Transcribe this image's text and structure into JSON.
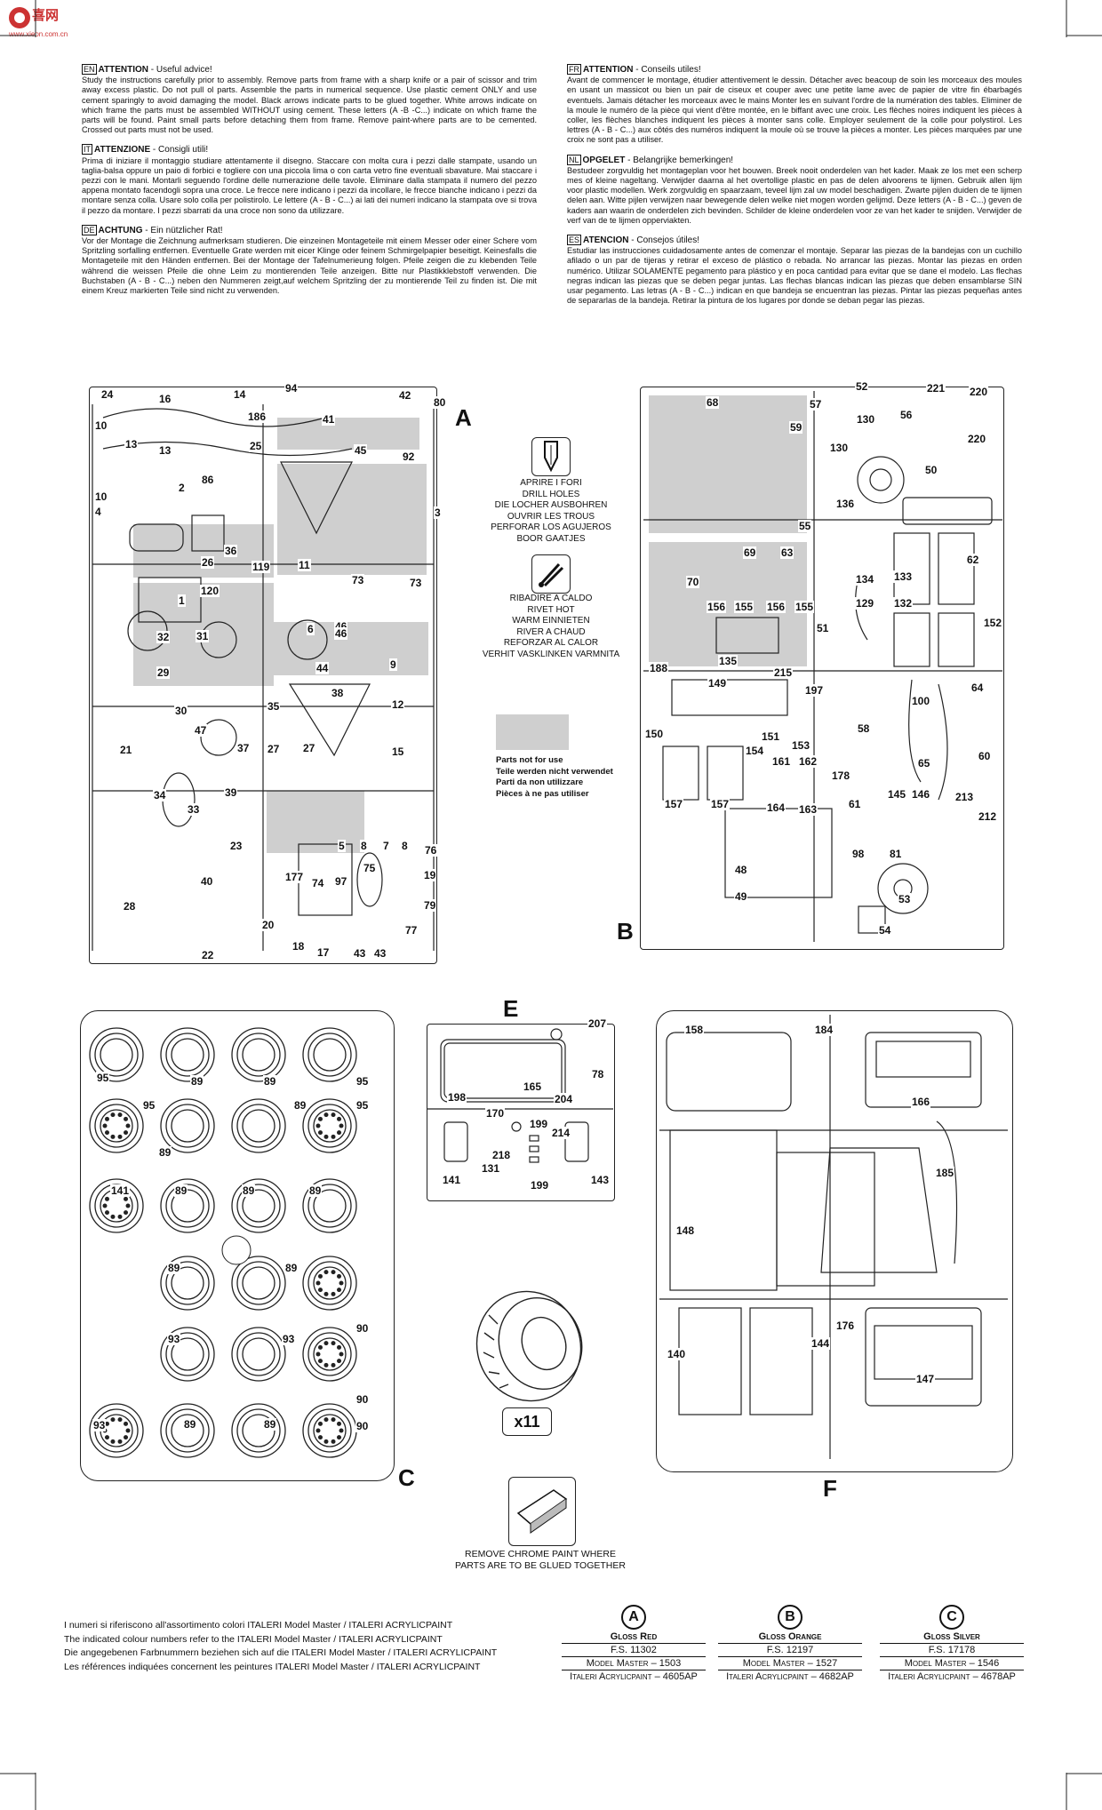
{
  "watermark": {
    "logo": "喜网",
    "sub": "www.xieon.com.cn"
  },
  "instructions_left": [
    {
      "code": "EN",
      "title": "ATTENTION",
      "subtitle": " - Useful advice!",
      "text": "Study the instructions carefully prior to assembly. Remove parts from frame with a sharp knife or a pair of scissor and trim away excess plastic. Do not pull ol parts. Assemble the parts in numerical sequence. Use plastic cement ONLY and use cement sparingly to avoid damaging the model. Black arrows indicate parts to be glued together. White arrows indicate on which frame the parts must be assembled WITHOUT using cement. These letters (A -B -C...) indicate on which frame the parts will be found. Paint small parts before detaching them from frame. Remove paint-where parts are to be cemented. Crossed out parts must not be used."
    },
    {
      "code": "IT",
      "title": "ATTENZIONE",
      "subtitle": " - Consigli utili!",
      "text": "Prima di iniziare il montaggio studiare attentamente il disegno. Staccare con molta cura i pezzi dalle stampate, usando un taglia-balsa oppure un paio di forbici e togliere con una piccola lima o con carta vetro fine eventuali sbavature. Mai staccare i pezzi con le mani. Montarli seguendo l'ordine delle numerazione delle tavole. Eliminare dalla stampata il numero del pezzo appena montato facendogli sopra una croce. Le frecce nere indicano i pezzi da incollare, le frecce bianche indicano i pezzi da montare senza colla. Usare solo colla per polistirolo. Le lettere (A - B - C...) ai lati dei numeri indicano la stampata ove si trova il pezzo da montare. I pezzi sbarrati da una croce non sono da utilizzare."
    },
    {
      "code": "DE",
      "title": "ACHTUNG",
      "subtitle": " - Ein nützlicher Rat!",
      "text": "Vor der Montage die Zeichnung aufmerksam studieren. Die einzeinen Montageteile mit einem Messer oder einer Schere vom Spritzling sorfalling entfernen. Eventuelle Grate werden mit eicer Klinge oder feinem Schmirgelpapier beseitigt. Keinesfalls die Montageteile mit den Händen entfernen. Bei der Montage der Tafelnumerieung folgen. Pfeile zeigen die zu klebenden Teile während die weissen Pfeile die ohne Leim zu montierenden Teile anzeigen. Bitte nur Plastikklebstoff verwenden. Die Buchstaben (A - B - C...) neben den Nummeren zeigt,auf welchem Spritzling der zu montierende Teil zu finden ist. Die mit einem Kreuz markierten Teile sind nicht zu verwenden."
    }
  ],
  "instructions_right": [
    {
      "code": "FR",
      "title": "ATTENTION",
      "subtitle": " - Conseils utiles!",
      "text": "Avant de commencer le montage, étudier attentivement le dessin. Détacher avec beacoup de soin les morceaux des moules en usant un massicot ou bien un pair de ciseux et couper avec une petite lame avec de papier de vitre fin ébarbagés eventuels. Jamais détacher les morceaux avec le mains Monter les en suivant l'ordre de la numération des tables. Eliminer de la moule le numéro de la pièce qui vient d'être montée, en le biffant avec une croix. Les flèches noires indiquent les pièces à coller, les flèches blanches indiquent les pièces à monter sans colle. Employer seulement de la colle pour polystirol. Les lettres (A - B - C...) aux côtés des numéros indiquent la moule où se trouve la pièces a monter. Les pièces marquées par une croix ne sont pas a utiliser."
    },
    {
      "code": "NL",
      "title": "OPGELET",
      "subtitle": " - Belangrijke bemerkingen!",
      "text": "Bestudeer zorgvuldig het montageplan voor het bouwen. Breek nooit onderdelen van het kader. Maak ze los met een scherp mes of kleine nageltang. Verwijder daarna al het overtollige plastic en pas de delen alvoorens te lijmen. Gebruik allen lijm voor plastic modellen. Werk zorgvuldig en spaarzaam, teveel lijm zal uw model beschadigen. Zwarte pijlen duiden de te lijmen delen aan. Witte pijlen verwijzen naar bewegende delen welke niet mogen worden gelijmd. Deze letters (A - B - C...) geven de kaders aan waarin de onderdelen zich bevinden. Schilder de kleine onderdelen voor ze van het kader te snijden. Verwijder de verf van de te lijmen opperviakten."
    },
    {
      "code": "ES",
      "title": "ATENCION",
      "subtitle": " - Consejos útiles!",
      "text": "Estudiar las instrucciones cuidadosamente antes de comenzar el montaje. Separar las piezas de la bandejas con un cuchillo afilado o un par de tijeras y retirar el exceso de plástico o rebada. No arrancar las piezas. Montar las piezas en orden numérico. Utilizar SOLAMENTE pegamento para plástico y en poca cantidad para evitar que se dane el modelo. Las flechas negras indican las piezas que se deben pegar juntas. Las flechas blancas indican las piezas que deben ensamblarse SIN usar pegamento. Las letras (A - B - C...) indican en que bandeja se encuentran las piezas. Pintar las piezas pequeñas antes de separarlas de la bandeja. Retirar la pintura de los lugares por donde se deban pegar las piezas."
    }
  ],
  "sprue_letters": {
    "a": "A",
    "b": "B",
    "c": "C",
    "e": "E",
    "f": "F"
  },
  "parts_a": [
    "24",
    "16",
    "14",
    "94",
    "42",
    "80",
    "10",
    "186",
    "13",
    "13",
    "25",
    "41",
    "45",
    "92",
    "2",
    "86",
    "10",
    "4",
    "3",
    "26",
    "36",
    "119",
    "11",
    "73",
    "73",
    "1",
    "120",
    "46",
    "46",
    "6",
    "32",
    "31",
    "29",
    "44",
    "9",
    "38",
    "12",
    "30",
    "35",
    "47",
    "37",
    "27",
    "27",
    "15",
    "21",
    "34",
    "39",
    "33",
    "23",
    "40",
    "177",
    "74",
    "97",
    "75",
    "19",
    "79",
    "28",
    "20",
    "18",
    "17",
    "43",
    "43",
    "77",
    "22",
    "5",
    "8",
    "7",
    "8",
    "76"
  ],
  "parts_b": [
    "52",
    "221",
    "220",
    "68",
    "57",
    "59",
    "130",
    "56",
    "130",
    "220",
    "50",
    "136",
    "55",
    "69",
    "63",
    "62",
    "70",
    "134",
    "133",
    "156",
    "155",
    "156",
    "155",
    "51",
    "129",
    "132",
    "152",
    "188",
    "135",
    "215",
    "149",
    "197",
    "100",
    "64",
    "150",
    "151",
    "153",
    "58",
    "154",
    "161",
    "162",
    "178",
    "60",
    "65",
    "157",
    "157",
    "164",
    "163",
    "61",
    "145",
    "146",
    "213",
    "212",
    "98",
    "81",
    "48",
    "49",
    "53",
    "54"
  ],
  "parts_c": [
    "95",
    "89",
    "89",
    "95",
    "95",
    "89",
    "95",
    "89",
    "141",
    "89",
    "89",
    "89",
    "89",
    "89",
    "90",
    "93",
    "93",
    "90",
    "93",
    "89",
    "89",
    "90"
  ],
  "parts_e": [
    "207",
    "78",
    "198",
    "165",
    "204",
    "170",
    "199",
    "214",
    "218",
    "131",
    "141",
    "143",
    "199"
  ],
  "parts_f": [
    "158",
    "184",
    "166",
    "185",
    "148",
    "176",
    "140",
    "144",
    "147"
  ],
  "legend": {
    "drill": [
      "APRIRE I FORI",
      "DRILL HOLES",
      "DIE LOCHER AUSBOHREN",
      "OUVRIR LES TROUS",
      "PERFORAR LOS AGUJEROS",
      "BOOR GAATJES"
    ],
    "rivet": [
      "RIBADIRE A CALDO",
      "RIVET HOT",
      "WARM EINNIETEN",
      "RIVER A CHAUD",
      "REFORZAR AL CALOR",
      "VERHIT VASKLINKEN VARMNITA"
    ],
    "not_used": [
      "Parts not for use",
      "Teile werden nicht verwendet",
      "Parti da non utilizzare",
      "Pièces à ne pas utiliser"
    ]
  },
  "tire_count": "x11",
  "chrome_note": [
    "REMOVE CHROME PAINT WHERE",
    "PARTS ARE TO BE GLUED TOGETHER"
  ],
  "paint_notes": [
    "I numeri si riferiscono all'assortimento colori ITALERI Model Master / ITALERI ACRYLICPAINT",
    "The indicated colour numbers refer to the ITALERI Model Master / ITALERI ACRYLICPAINT",
    "Die angegebenen Farbnummern beziehen sich auf die ITALERI Model Master / ITALERI ACRYLICPAINT",
    "Les références indiquées concernent les peintures ITALERI Model Master / ITALERI ACRYLICPAINT"
  ],
  "paints": [
    {
      "letter": "A",
      "name": "Gloss Red",
      "fs": "F.S. 11302",
      "mm": "Model Master – 1503",
      "acr": "Italeri Acrylicpaint – 4605AP"
    },
    {
      "letter": "B",
      "name": "Gloss Orange",
      "fs": "F.S. 12197",
      "mm": "Model Master – 1527",
      "acr": "Italeri Acrylicpaint – 4682AP"
    },
    {
      "letter": "C",
      "name": "Gloss Silver",
      "fs": "F.S. 17178",
      "mm": "Model Master – 1546",
      "acr": "Italeri Acrylicpaint – 4678AP"
    }
  ],
  "colors": {
    "gray_fill": "#cfcfcf",
    "ink": "#111111",
    "logo_red": "#cc3333"
  }
}
